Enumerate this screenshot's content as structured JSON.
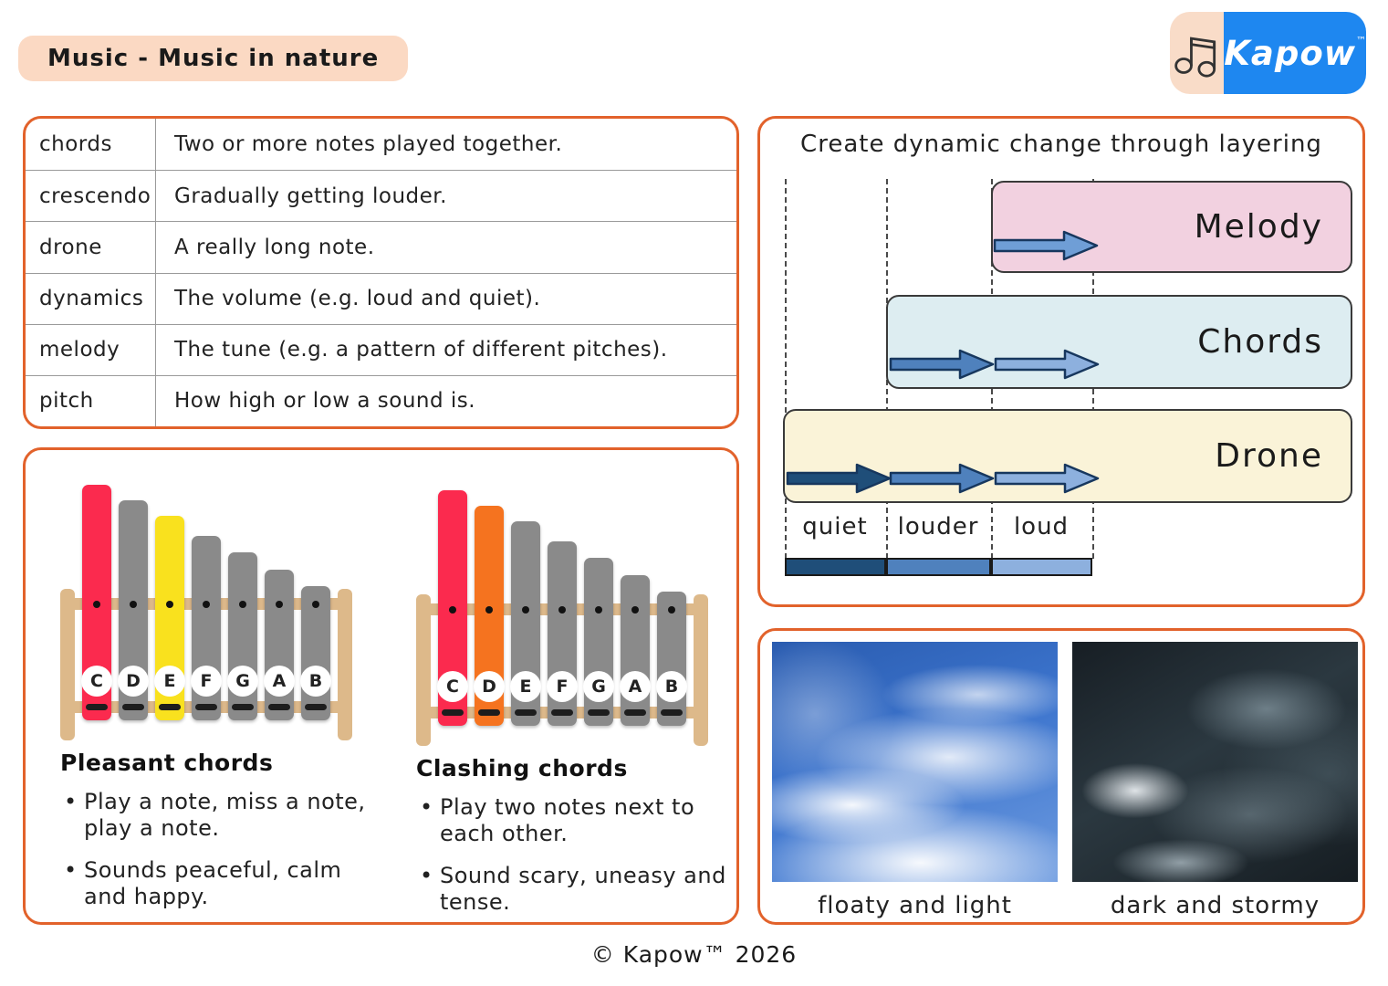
{
  "page": {
    "title_badge": "Music - Music in nature",
    "footer": "© Kapow™ 2026",
    "accent_orange": "#e2622b",
    "badge_peach": "#fbd9c3"
  },
  "logo": {
    "brand": "Kapow",
    "tm": "™",
    "icon": "beamed-music-notes-icon",
    "blue": "#1e87f0",
    "peach": "#f9dcc8"
  },
  "glossary": {
    "rows": [
      {
        "term": "chords",
        "definition": "Two or more notes played together."
      },
      {
        "term": "crescendo",
        "definition": "Gradually getting louder."
      },
      {
        "term": "drone",
        "definition": "A really long note."
      },
      {
        "term": "dynamics",
        "definition": "The volume (e.g. loud and quiet)."
      },
      {
        "term": "melody",
        "definition": "The tune (e.g. a pattern of different pitches)."
      },
      {
        "term": "pitch",
        "definition": "How high or low a sound is."
      }
    ]
  },
  "layering": {
    "title": "Create dynamic change through layering",
    "layers": [
      {
        "label": "Melody",
        "bg": "#f2d1e0",
        "arrows": [
          "#6f9ed6"
        ]
      },
      {
        "label": "Chords",
        "bg": "#ddedf1",
        "arrows": [
          "#4f81bd",
          "#8db0de"
        ]
      },
      {
        "label": "Drone",
        "bg": "#faf3d8",
        "arrows": [
          "#1f4e79",
          "#4f81bd",
          "#8db0de"
        ]
      }
    ],
    "dynamics": [
      {
        "label": "quiet",
        "color": "#1f4e79"
      },
      {
        "label": "louder",
        "color": "#4f81bd"
      },
      {
        "label": "loud",
        "color": "#8db0de"
      }
    ]
  },
  "chords_panel": {
    "notes": [
      "C",
      "D",
      "E",
      "F",
      "G",
      "A",
      "B"
    ],
    "xylophones": [
      {
        "heading": "Pleasant chords",
        "bar_colors": [
          "#fb2a4e",
          "#8a8a8a",
          "#f9e11e",
          "#8a8a8a",
          "#8a8a8a",
          "#8a8a8a",
          "#8a8a8a"
        ],
        "bullets": [
          "Play a note, miss a note, play a note.",
          "Sounds peaceful, calm and happy."
        ]
      },
      {
        "heading": "Clashing chords",
        "bar_colors": [
          "#fb2a4e",
          "#f5731f",
          "#8a8a8a",
          "#8a8a8a",
          "#8a8a8a",
          "#8a8a8a",
          "#8a8a8a"
        ],
        "bullets": [
          "Play two notes next to each other.",
          "Sound scary, uneasy and tense."
        ]
      }
    ]
  },
  "nature": {
    "images": [
      {
        "caption": "floaty and light",
        "style": "light-sky"
      },
      {
        "caption": "dark and stormy",
        "style": "storm-sky"
      }
    ]
  }
}
